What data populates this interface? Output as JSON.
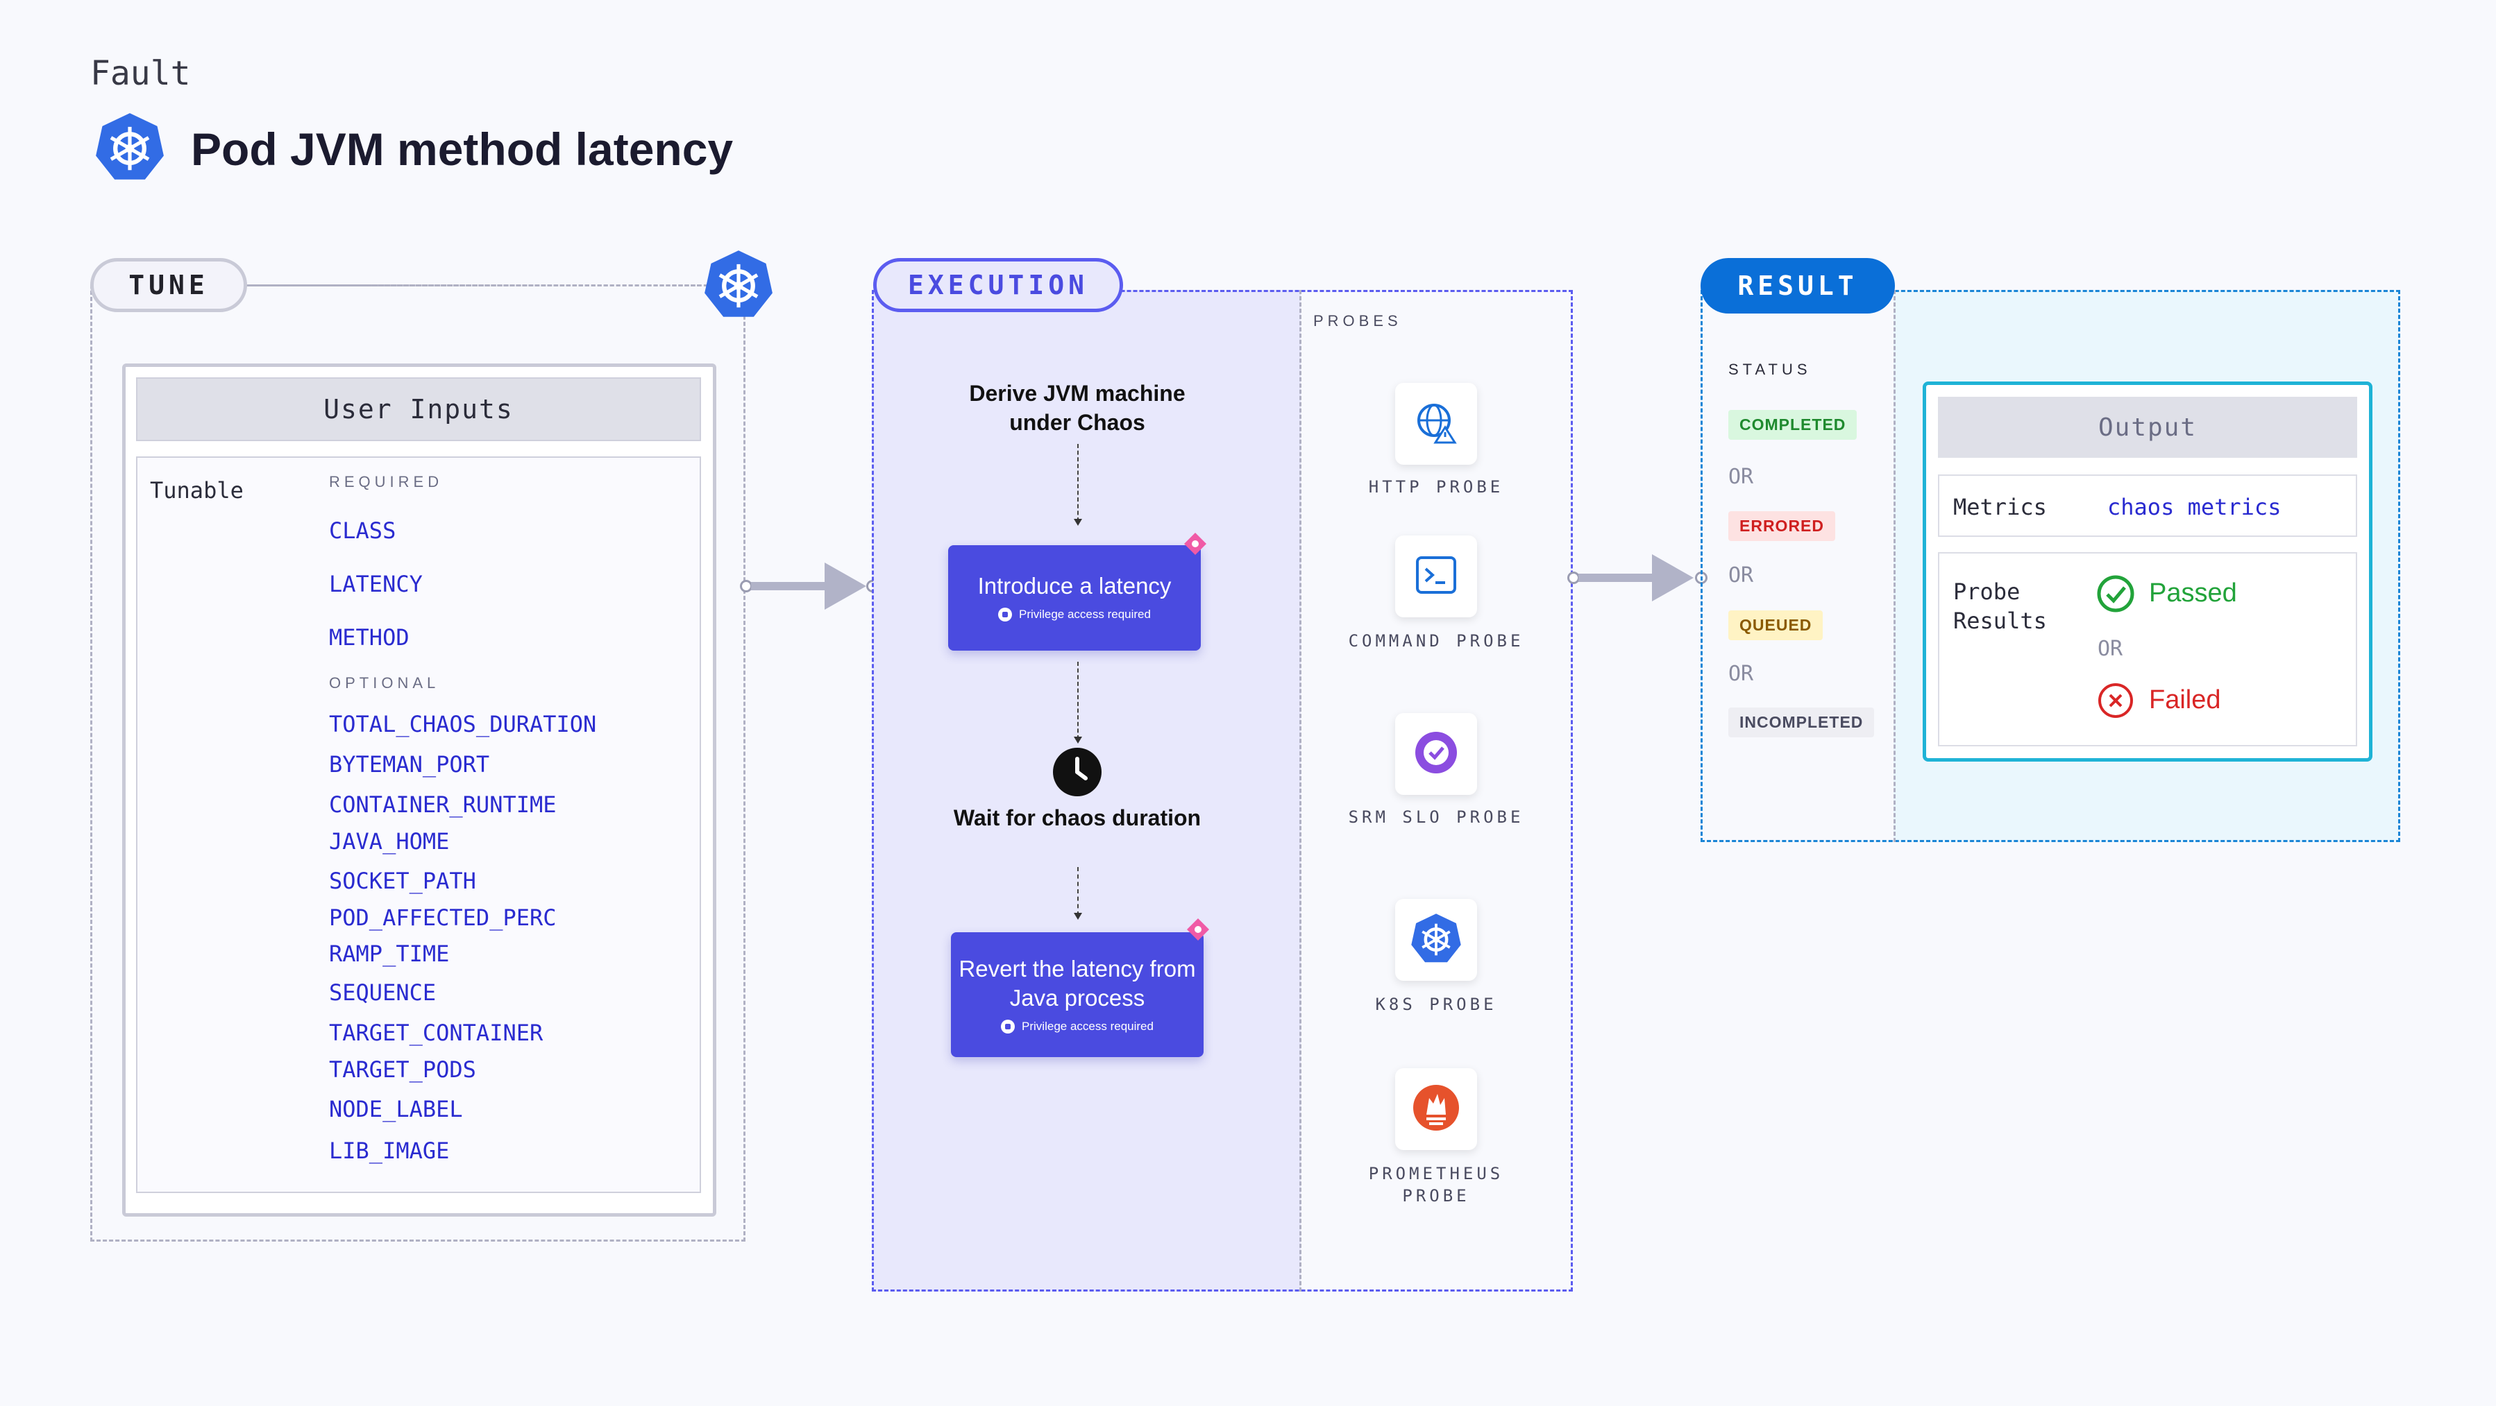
{
  "header": {
    "fault_label": "Fault",
    "title": "Pod JVM method latency"
  },
  "tune": {
    "pill": "TUNE",
    "user_inputs": "User Inputs",
    "tunable": "Tunable",
    "required_label": "REQUIRED",
    "required": [
      "CLASS",
      "LATENCY",
      "METHOD"
    ],
    "optional_label": "OPTIONAL",
    "optional": [
      "TOTAL_CHAOS_DURATION",
      "BYTEMAN_PORT",
      "CONTAINER_RUNTIME",
      "JAVA_HOME",
      "SOCKET_PATH",
      "POD_AFFECTED_PERC",
      "RAMP_TIME",
      "SEQUENCE",
      "TARGET_CONTAINER",
      "TARGET_PODS",
      "NODE_LABEL",
      "LIB_IMAGE"
    ]
  },
  "execution": {
    "pill": "EXECUTION",
    "step1": "Derive JVM machine under Chaos",
    "card1_title": "Introduce a latency",
    "card1_sub": "Privilege access required",
    "step2": "Wait for chaos duration",
    "card2_title": "Revert the latency from Java process",
    "card2_sub": "Privilege access required"
  },
  "probes": {
    "caption": "PROBES",
    "items": [
      {
        "label": "HTTP PROBE",
        "icon": "globe-alert-icon"
      },
      {
        "label": "COMMAND PROBE",
        "icon": "terminal-icon"
      },
      {
        "label": "SRM SLO PROBE",
        "icon": "gauge-icon"
      },
      {
        "label": "K8S PROBE",
        "icon": "kubernetes-icon"
      },
      {
        "label": "PROMETHEUS PROBE",
        "icon": "prometheus-icon"
      }
    ]
  },
  "result": {
    "pill": "RESULT",
    "status_label": "STATUS",
    "statuses": [
      {
        "label": "COMPLETED",
        "bg": "#d9f7df",
        "fg": "#1f8a2e"
      },
      {
        "label": "ERRORED",
        "bg": "#fde2e2",
        "fg": "#cf1f1f"
      },
      {
        "label": "QUEUED",
        "bg": "#fff3c4",
        "fg": "#8a5a00"
      },
      {
        "label": "INCOMPLETED",
        "bg": "#eeeef3",
        "fg": "#4a4b60"
      }
    ],
    "or": "OR",
    "output": "Output",
    "metrics_label": "Metrics",
    "metrics_value": "chaos metrics",
    "probe_results_label": "Probe Results",
    "passed": "Passed",
    "failed": "Failed"
  },
  "colors": {
    "accent": "#4a4be0",
    "result": "#0a6fd8",
    "passed": "#22a33a",
    "failed": "#d92626"
  }
}
